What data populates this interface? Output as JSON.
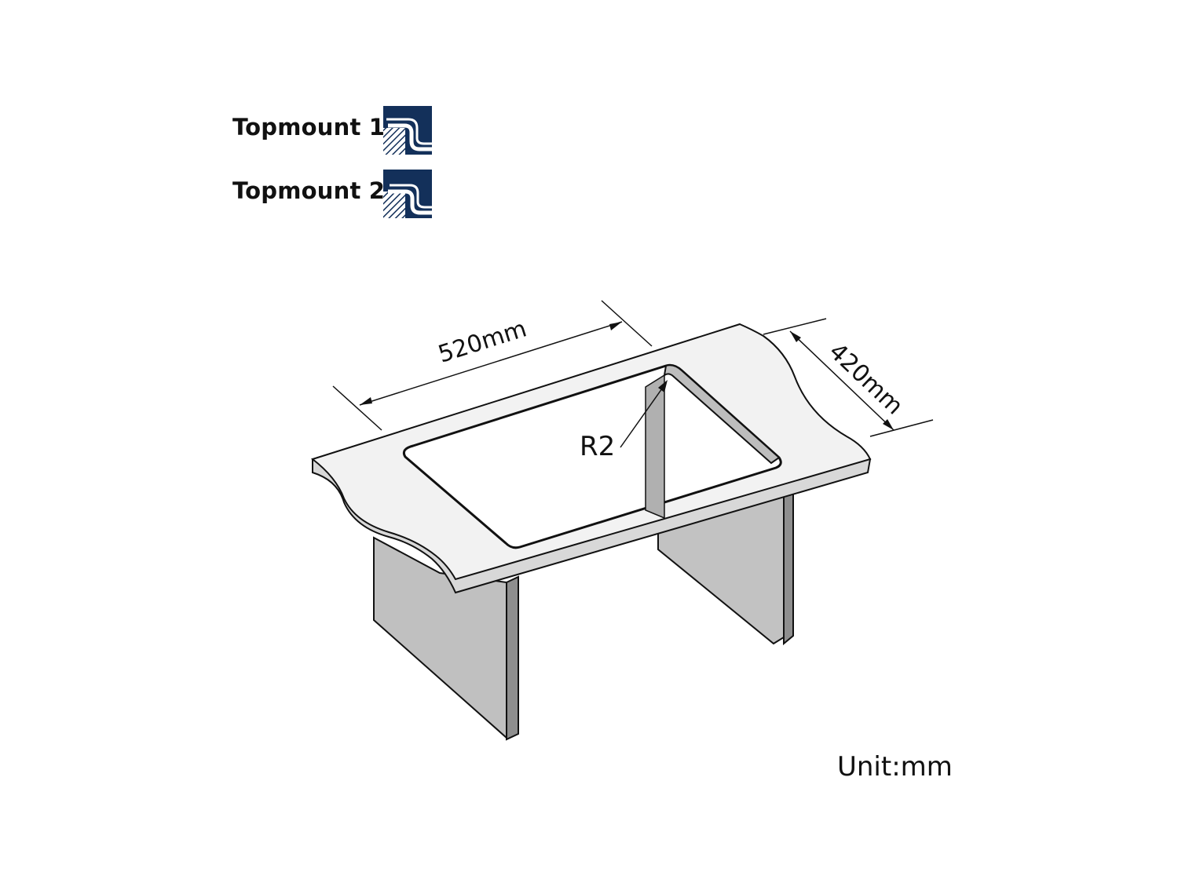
{
  "legend": [
    {
      "label": "Topmount 1",
      "icon": "topmount-1-icon"
    },
    {
      "label": "Topmount 2",
      "icon": "topmount-2-icon"
    }
  ],
  "dimensions": {
    "width": "520mm",
    "depth": "420mm",
    "corner_radius": "R2"
  },
  "unit": "Unit:mm",
  "colors": {
    "icon_blue": "#13305a",
    "panel_gray": "#b8b8b8",
    "counter_face": "#f2f2f2",
    "line": "#111111"
  }
}
